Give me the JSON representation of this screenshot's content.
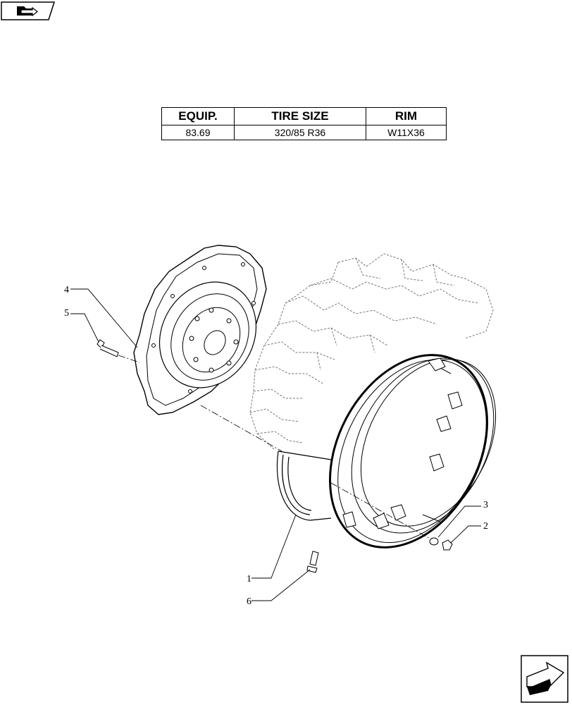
{
  "navigation": {
    "previous_icon": "folder-arrow-icon",
    "next_icon": "next-page-arrow-icon"
  },
  "spec_table": {
    "headers": [
      "EQUIP.",
      "TIRE SIZE",
      "RIM"
    ],
    "row": [
      "83.69",
      "320/85 R36",
      "W11X36"
    ]
  },
  "callouts": [
    "1",
    "2",
    "3",
    "4",
    "5",
    "6"
  ]
}
